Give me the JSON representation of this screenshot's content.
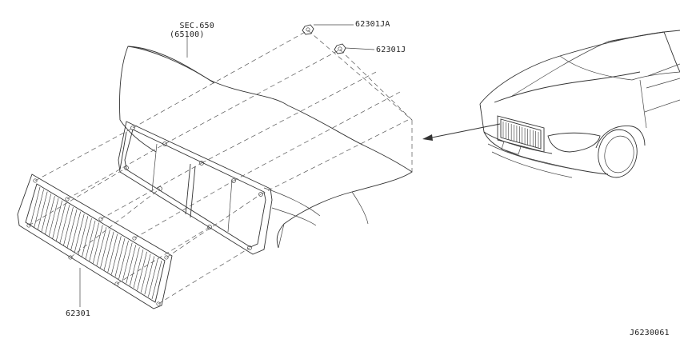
{
  "labels": {
    "sec_ref": "SEC.650",
    "sec_ref_sub": "(65100)",
    "nut_a": "62301JA",
    "nut_b": "62301J",
    "grille": "62301",
    "diagram_code": "J6230061"
  },
  "colors": {
    "line": "#333333",
    "background": "#ffffff"
  }
}
